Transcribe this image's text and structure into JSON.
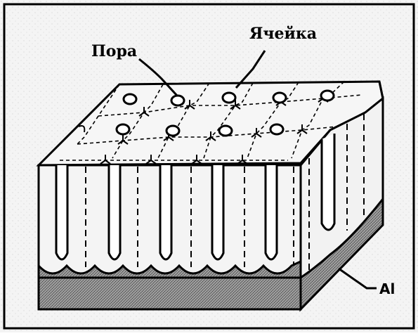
{
  "labels": {
    "pore": "Пора",
    "cell": "Ячейка",
    "aluminum": "Al"
  }
}
